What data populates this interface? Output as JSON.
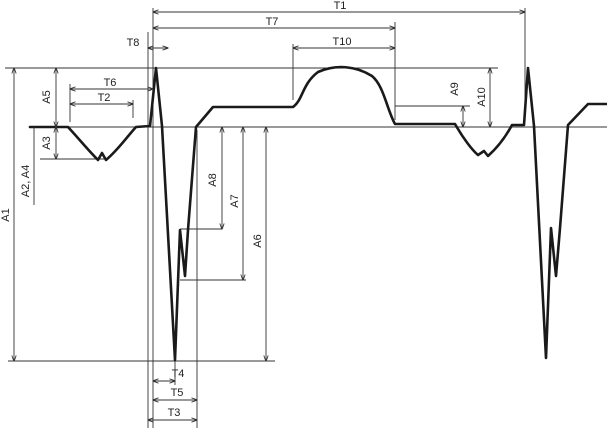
{
  "diagram": {
    "colors": {
      "line": "#1a1a1a",
      "guide": "#333333",
      "background": "#ffffff"
    },
    "time_labels": {
      "t1": "T1",
      "t2": "T2",
      "t3": "T3",
      "t4": "T4",
      "t5": "T5",
      "t6": "T6",
      "t7": "T7",
      "t8": "T8",
      "t10": "T10"
    },
    "amplitude_labels": {
      "a1": "A1",
      "a2_a4": "A2, A4",
      "a3": "A3",
      "a5": "A5",
      "a6": "A6",
      "a7": "A7",
      "a8": "A8",
      "a9": "A9",
      "a10": "A10"
    }
  }
}
